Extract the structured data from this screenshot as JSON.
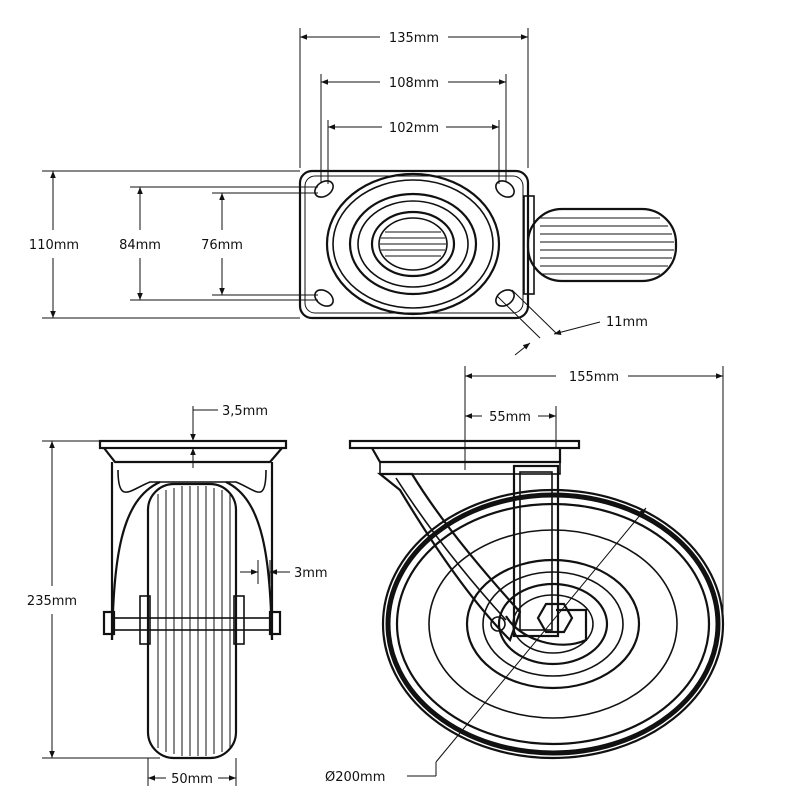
{
  "drawing": {
    "top_view": {
      "plate_width": "135mm",
      "hole_spacing_outer": "108mm",
      "hole_spacing_inner": "102mm",
      "plate_height": "110mm",
      "hole_vertical_outer": "84mm",
      "hole_vertical_inner": "76mm",
      "hole_diameter": "11mm"
    },
    "front_view": {
      "plate_thickness": "3,5mm",
      "fork_thickness": "3mm",
      "total_height": "235mm",
      "wheel_width": "50mm"
    },
    "side_view": {
      "total_length": "155mm",
      "offset": "55mm",
      "wheel_diameter": "Ø200mm"
    }
  }
}
